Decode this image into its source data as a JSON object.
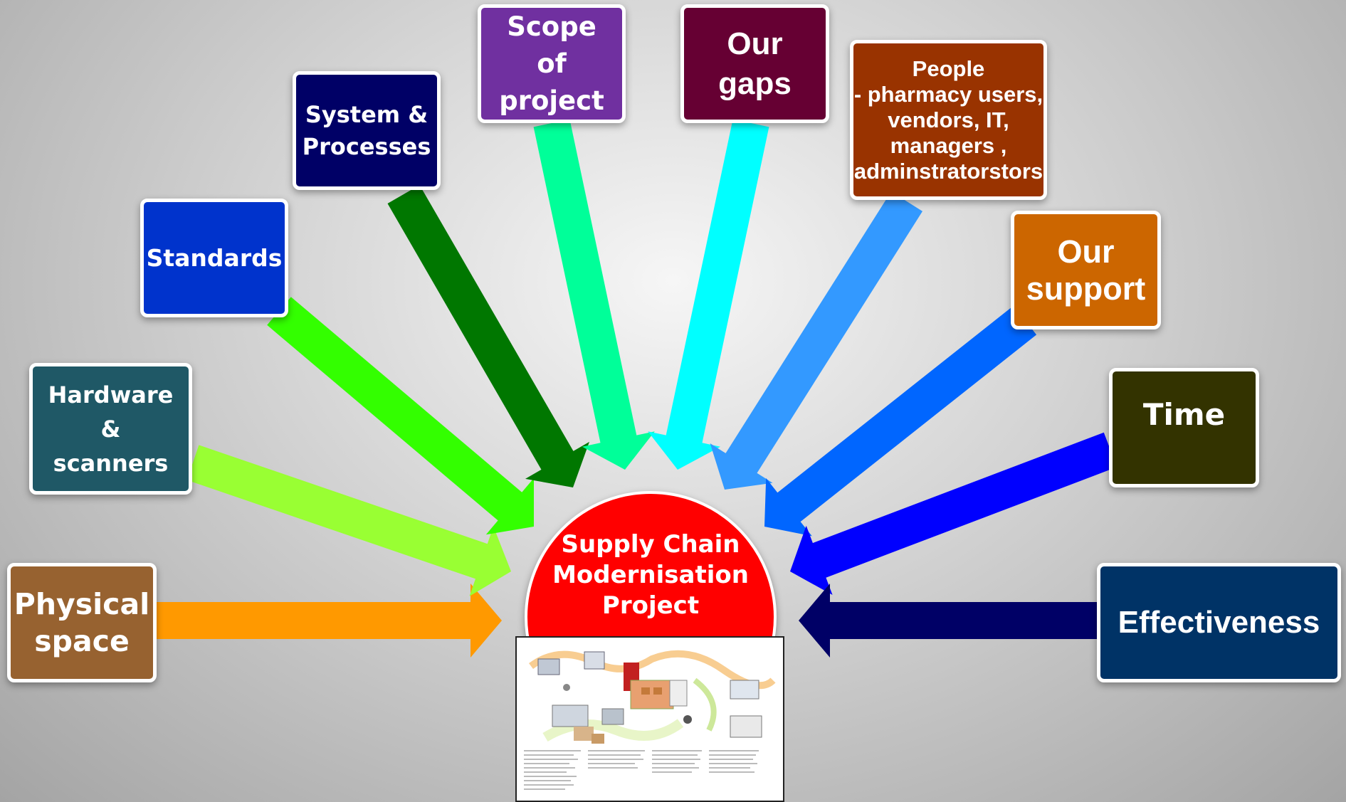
{
  "center": {
    "label": "Supply Chain\nModernisation\nProject",
    "color": "#ff0000"
  },
  "factors": [
    {
      "id": "physical-space",
      "label": "Physical\nspace",
      "box_color": "#976230",
      "arrow_color": "#ff9900"
    },
    {
      "id": "hardware-scanners",
      "label": "Hardware\n&\nscanners",
      "box_color": "#1f5866",
      "arrow_color": "#99ff33"
    },
    {
      "id": "standards",
      "label": "Standards",
      "box_color": "#0033cc",
      "arrow_color": "#33ff00"
    },
    {
      "id": "system-processes",
      "label": "System &\nProcesses",
      "box_color": "#000066",
      "arrow_color": "#007700"
    },
    {
      "id": "scope-of-project",
      "label": "Scope\nof project",
      "box_color": "#7030a0",
      "arrow_color": "#00ff99"
    },
    {
      "id": "our-gaps",
      "label": "Our\ngaps",
      "box_color": "#660033",
      "arrow_color": "#00ffff"
    },
    {
      "id": "people",
      "label": "People\n- pharmacy users,\nvendors, IT,\nmanagers ,\nadminstratorstors",
      "box_color": "#993300",
      "arrow_color": "#3399ff"
    },
    {
      "id": "our-support",
      "label": "Our\nsupport",
      "box_color": "#cc6600",
      "arrow_color": "#0066ff"
    },
    {
      "id": "time",
      "label": "Time",
      "box_color": "#333300",
      "arrow_color": "#0000ff"
    },
    {
      "id": "effectiveness",
      "label": "Effectiveness",
      "box_color": "#003366",
      "arrow_color": "#000066"
    }
  ]
}
